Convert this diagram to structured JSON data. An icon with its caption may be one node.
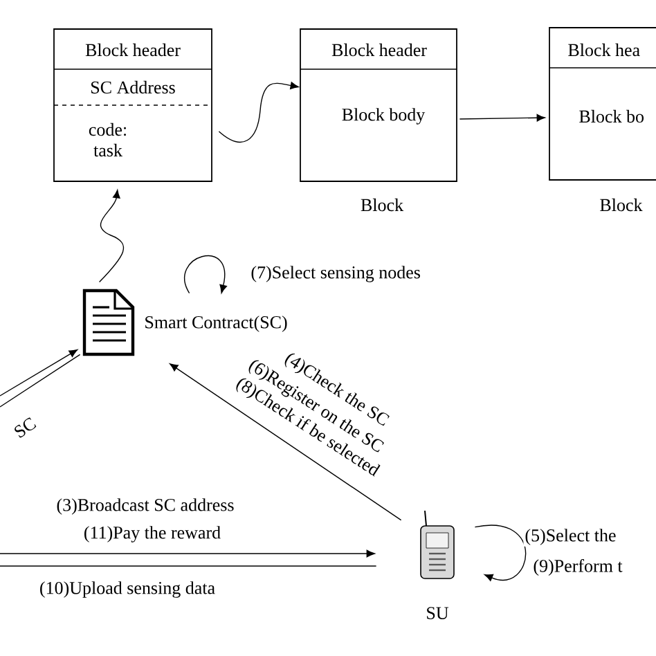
{
  "diagram": {
    "nodes": [
      {
        "text": [
          "Block header",
          "SC Address",
          "code: task"
        ]
      },
      {
        "text": [
          "Block header",
          "Block body"
        ],
        "beside": [
          "Block"
        ]
      },
      {
        "text": [
          "Block hea",
          "Block bo"
        ],
        "beside": [
          "Block"
        ]
      },
      {
        "text": [
          "Smart Contract(SC)"
        ]
      },
      {
        "text": [
          "SU"
        ]
      }
    ],
    "edges": [
      {
        "from": 0,
        "to": 1,
        "arrow": "to"
      },
      {
        "from": 1,
        "to": 2,
        "arrow": "to"
      },
      {
        "from": 3,
        "to": 0,
        "arrow": "to"
      },
      {
        "from": 3,
        "to": 3,
        "arrow": "to",
        "label": "(7)Select sensing nodes"
      },
      {
        "from": null,
        "to": 3,
        "arrow": "to"
      },
      {
        "from": 3,
        "to": null,
        "arrow": "none"
      },
      {
        "from": 4,
        "to": 3,
        "arrow": "to",
        "label": "(4)Check the SC"
      },
      {
        "from": null,
        "to": 4,
        "arrow": "to",
        "label": "(11)Pay the reward"
      },
      {
        "from": 4,
        "to": null,
        "arrow": "none",
        "label": "(10)Upload sensing data"
      },
      {
        "from": 4,
        "to": 4,
        "arrow": "to",
        "label": "(5)Select the"
      }
    ],
    "labels": [
      "(6)Register on the SC",
      "(8)Check if be selected",
      "SC",
      "(3)Broadcast SC address",
      "(9)Perform t"
    ]
  }
}
